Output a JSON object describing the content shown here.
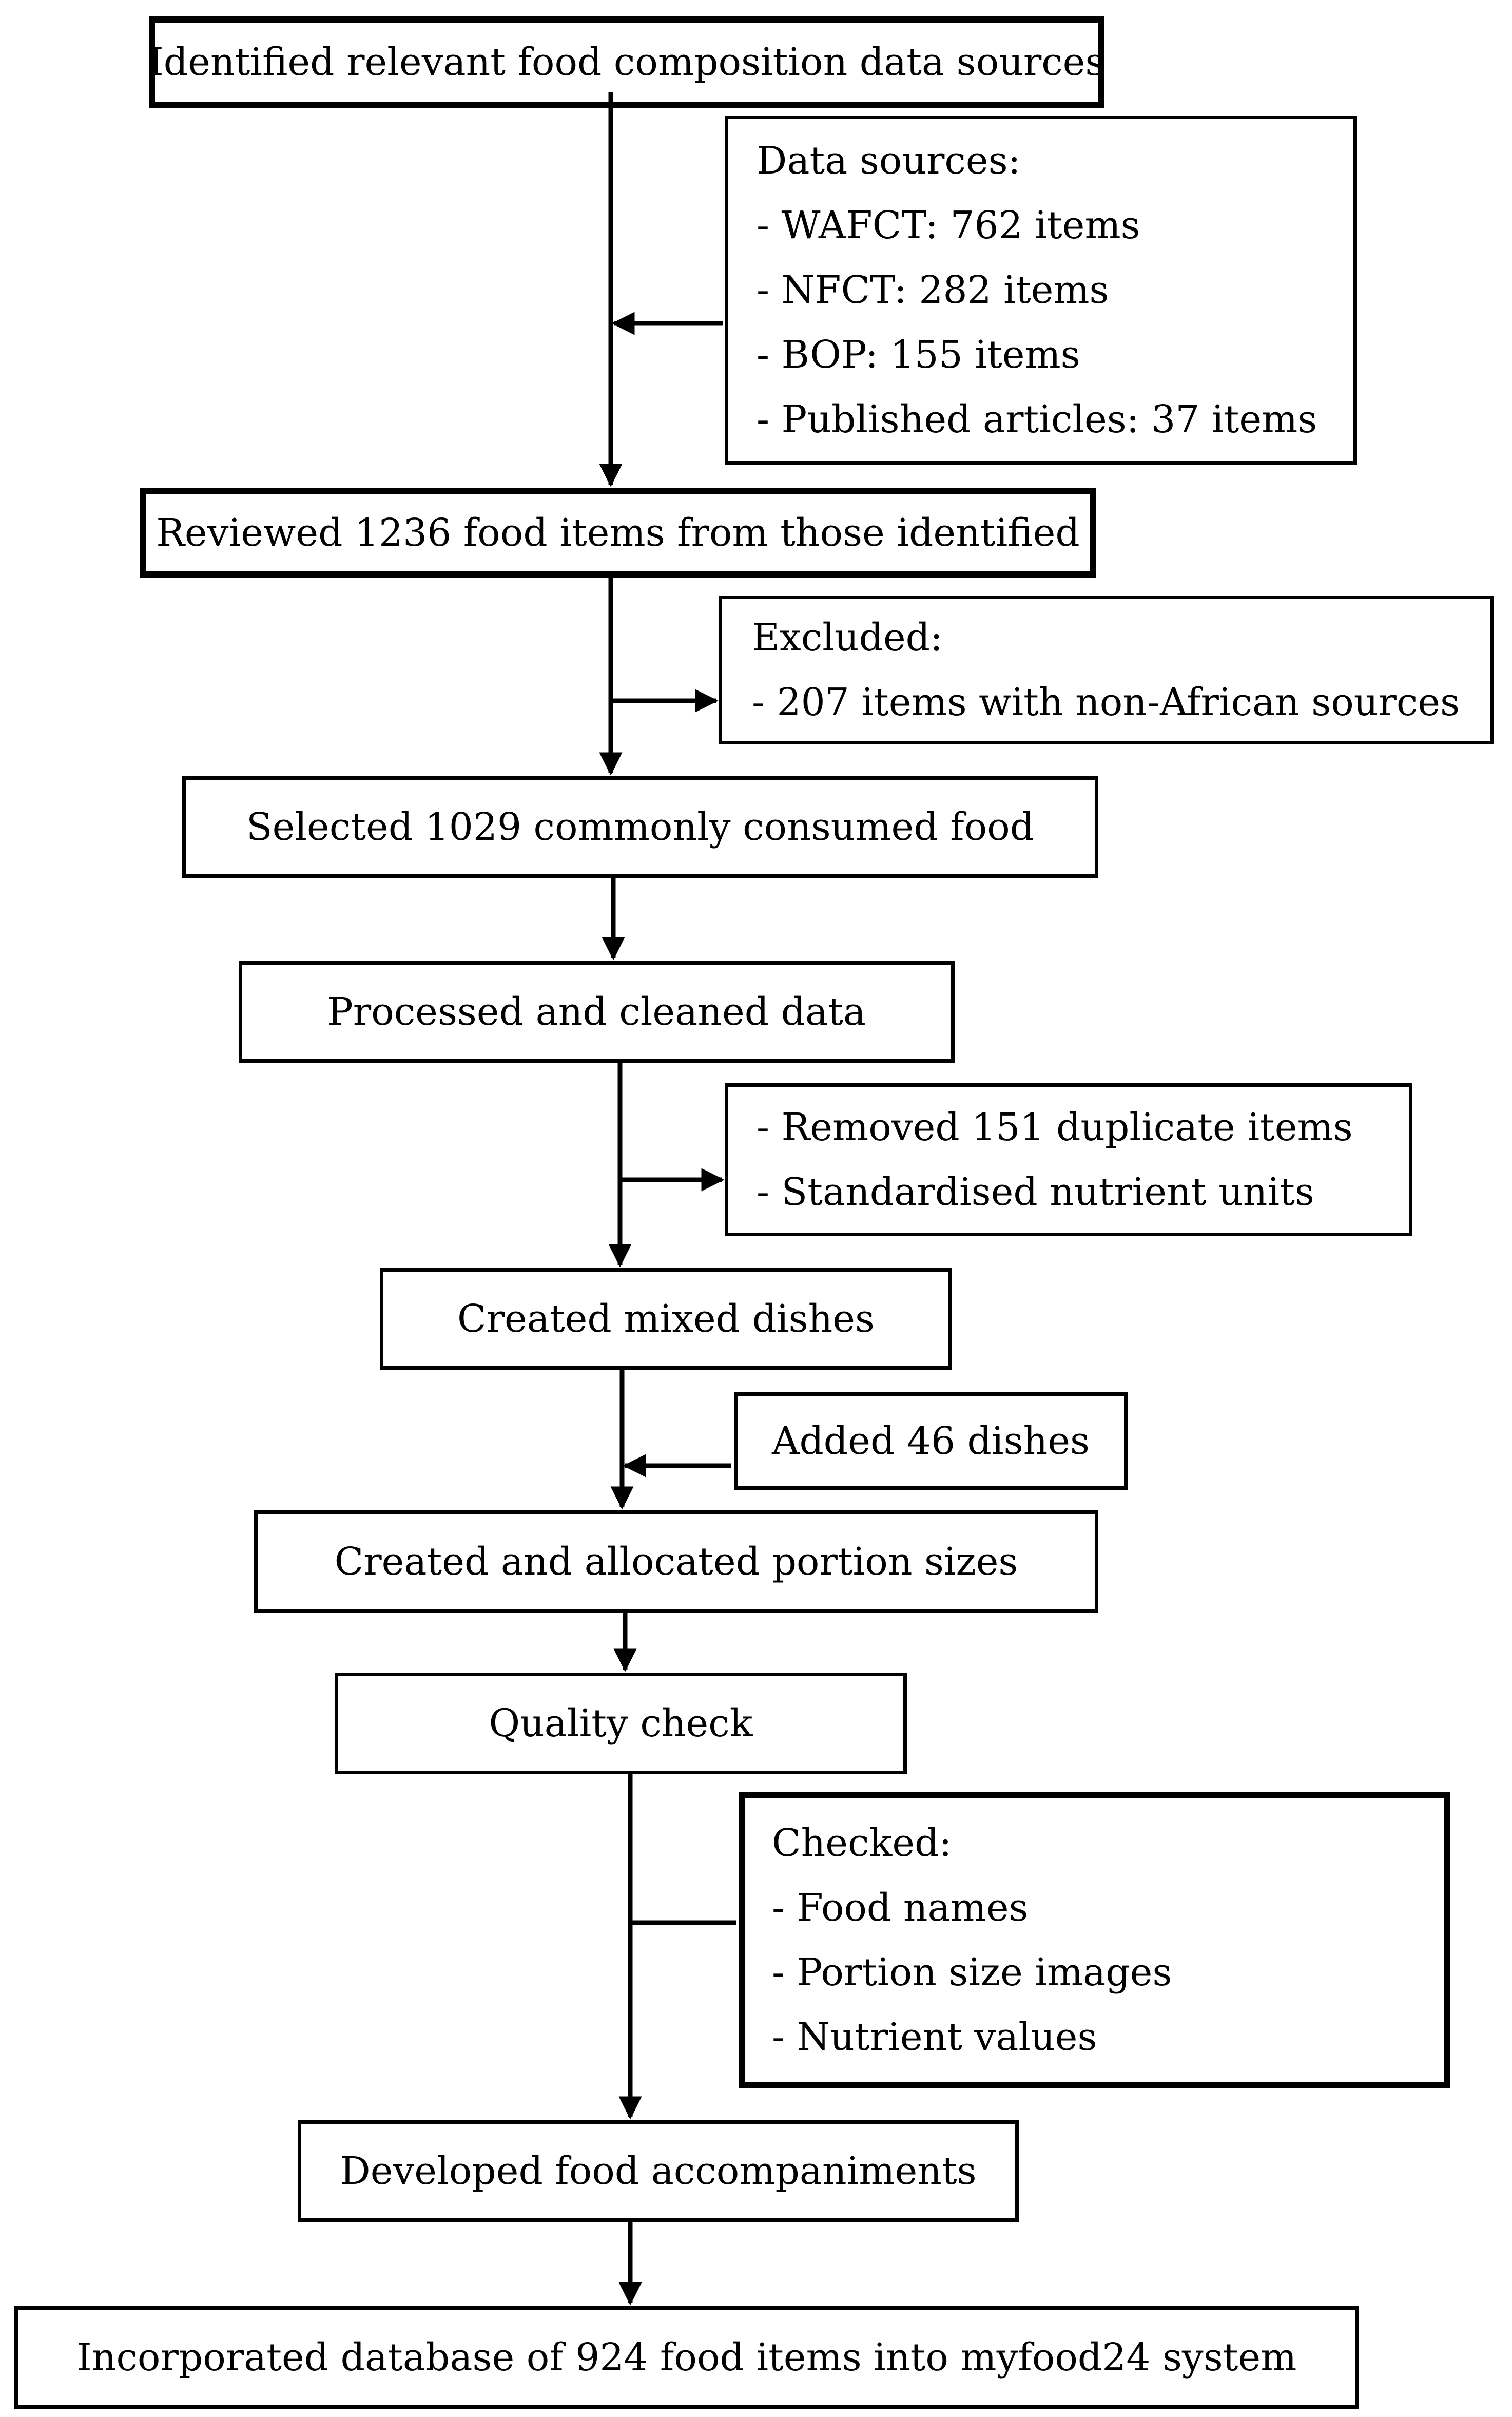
{
  "flowchart": {
    "steps": {
      "identify": "Identified relevant food composition data sources",
      "review": "Reviewed 1236 food items from those identified",
      "select": "Selected 1029 commonly consumed food",
      "process": "Processed and cleaned data",
      "mixed": "Created mixed dishes",
      "portion": "Created and allocated portion sizes",
      "quality": "Quality check",
      "accompaniments": "Developed food accompaniments",
      "incorporate": "Incorporated database of 924 food items into myfood24 system"
    },
    "side_notes": {
      "sources": [
        "Data sources:",
        "- WAFCT: 762 items",
        "- NFCT: 282 items",
        "- BOP: 155 items",
        "- Published articles: 37 items"
      ],
      "excluded": [
        "Excluded:",
        "- 207 items with non-African sources"
      ],
      "cleaning": [
        "- Removed 151 duplicate items",
        "- Standardised nutrient units"
      ],
      "added": "Added 46 dishes",
      "checked": [
        "Checked:",
        "- Food names",
        "- Portion size images",
        "- Nutrient values"
      ]
    }
  }
}
